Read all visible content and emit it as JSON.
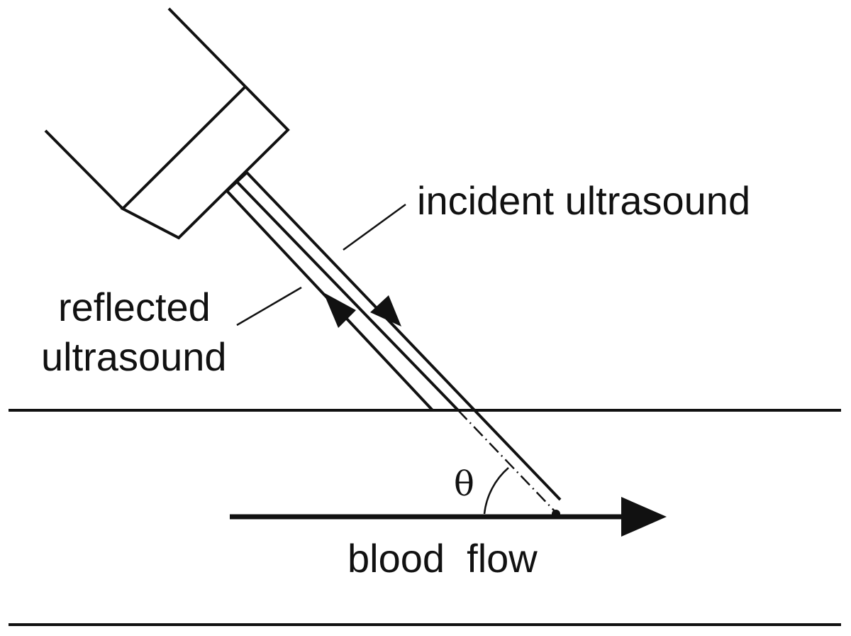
{
  "labels": {
    "incident": "incident ultrasound",
    "reflected_line1": "reflected",
    "reflected_line2": "ultrasound",
    "blood_flow": "blood  flow",
    "angle": "θ"
  },
  "colors": {
    "ink": "#111111",
    "background": "#ffffff"
  }
}
